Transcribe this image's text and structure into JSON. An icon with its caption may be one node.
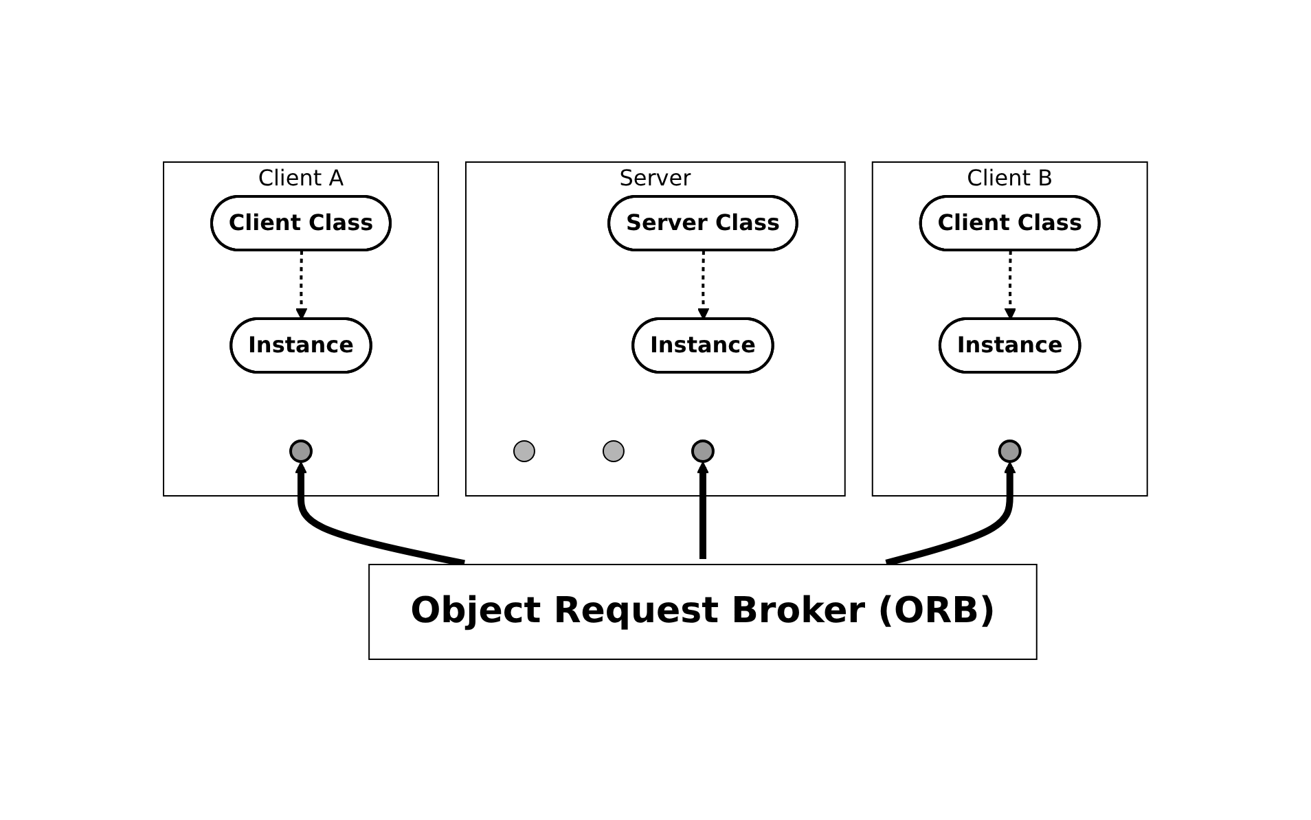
{
  "diagram": {
    "nodes": [
      {
        "text": [
          "Client A"
        ]
      },
      {
        "text": [
          "Client Class"
        ],
        "in": 0
      },
      {
        "text": [
          "Instance"
        ],
        "in": 0
      },
      {
        "text": [],
        "shape": "circle",
        "in": 0
      },
      {
        "text": [
          "Server"
        ]
      },
      {
        "text": [
          "Server Class"
        ],
        "in": 4
      },
      {
        "text": [
          "Instance"
        ],
        "in": 4
      },
      {
        "text": [],
        "shape": "circle",
        "in": 4
      },
      {
        "text": [],
        "shape": "circle",
        "in": 4
      },
      {
        "text": [],
        "shape": "circle",
        "in": 4
      },
      {
        "text": [
          "Client B"
        ]
      },
      {
        "text": [
          "Client Class"
        ],
        "in": 10
      },
      {
        "text": [
          "Instance"
        ],
        "in": 10
      },
      {
        "text": [],
        "shape": "circle",
        "in": 10
      },
      {
        "text": [
          "Object Request Broker (ORB)"
        ]
      }
    ],
    "edges": [
      {
        "from": 1,
        "to": 2,
        "arrow": "to",
        "style": "dashed"
      },
      {
        "from": 5,
        "to": 6,
        "arrow": "to",
        "style": "dashed"
      },
      {
        "from": 11,
        "to": 12,
        "arrow": "to",
        "style": "dashed"
      },
      {
        "from": 14,
        "to": 3,
        "arrow": "to",
        "style": "thick"
      },
      {
        "from": 14,
        "to": 9,
        "arrow": "to",
        "style": "thick"
      },
      {
        "from": 14,
        "to": 13,
        "arrow": "to",
        "style": "thick"
      }
    ]
  }
}
